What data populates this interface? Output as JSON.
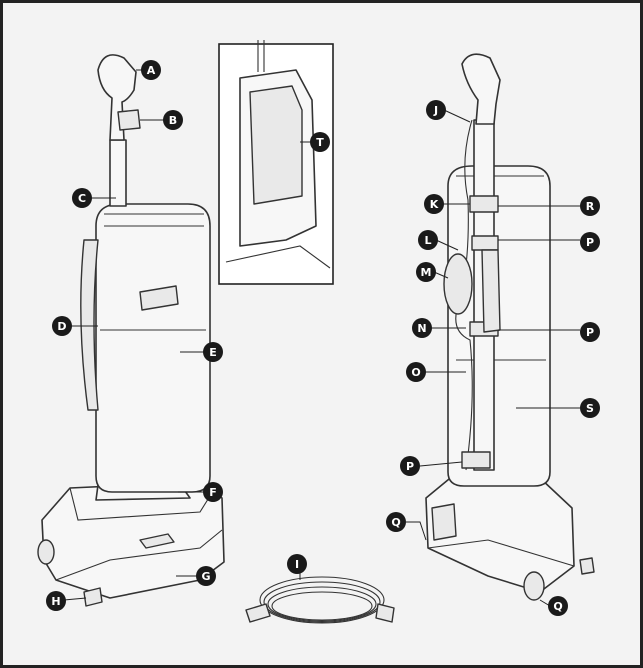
{
  "callouts": {
    "A": "A",
    "B": "B",
    "C": "C",
    "D": "D",
    "E": "E",
    "F": "F",
    "G": "G",
    "H": "H",
    "I": "I",
    "J": "J",
    "K": "K",
    "L": "L",
    "M": "M",
    "N": "N",
    "O": "O",
    "P": "P",
    "Q": "Q",
    "R": "R",
    "S": "S",
    "T": "T"
  }
}
